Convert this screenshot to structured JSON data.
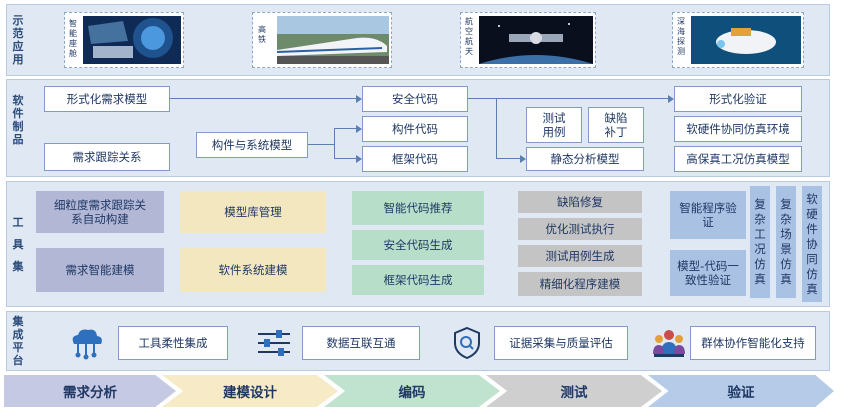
{
  "rows": {
    "demo": "示范应用",
    "software": "软件制品",
    "tools": "工具集",
    "integration": "集成平台"
  },
  "demo_apps": [
    {
      "label": "智能座舱"
    },
    {
      "label": "高铁"
    },
    {
      "label": "航空航天"
    },
    {
      "label": "深海探测"
    }
  ],
  "artifacts": {
    "formal_req_model": "形式化需求模型",
    "req_trace": "需求跟踪关系",
    "component_model": "构件与系统模型",
    "safe_code": "安全代码",
    "component_code": "构件代码",
    "framework_code": "框架代码",
    "test_case": "测试用例",
    "defect_patch": "缺陷补丁",
    "static_model": "静态分析模型",
    "formal_verify": "形式化验证",
    "hw_sw_env": "软硬件协同仿真环境",
    "high_fidelity": "高保真工况仿真模型"
  },
  "tools": {
    "fine_trace": "细粒度需求跟踪关系自动构建",
    "smart_req": "需求智能建模",
    "model_lib": "模型库管理",
    "sys_model": "软件系统建模",
    "code_recommend": "智能代码推荐",
    "safe_code_gen": "安全代码生成",
    "frame_code_gen": "框架代码生成",
    "defect_fix": "缺陷修复",
    "opt_test": "优化测试执行",
    "test_case_gen": "测试用例生成",
    "fine_model": "精细化程序建模",
    "smart_verify": "智能程序验证",
    "model_code": "模型-代码一致性验证",
    "complex_cond": "复杂工况仿真",
    "complex_scene": "复杂场景仿真",
    "hw_sw_sim": "软硬件协同仿真"
  },
  "integration": [
    {
      "label": "工具柔性集成",
      "icon": "cloud-network-icon"
    },
    {
      "label": "数据互联互通",
      "icon": "sliders-icon"
    },
    {
      "label": "证据采集与质量评估",
      "icon": "shield-search-icon"
    },
    {
      "label": "群体协作智能化支持",
      "icon": "team-icon"
    }
  ],
  "stages": [
    "需求分析",
    "建模设计",
    "编码",
    "测试",
    "验证"
  ]
}
